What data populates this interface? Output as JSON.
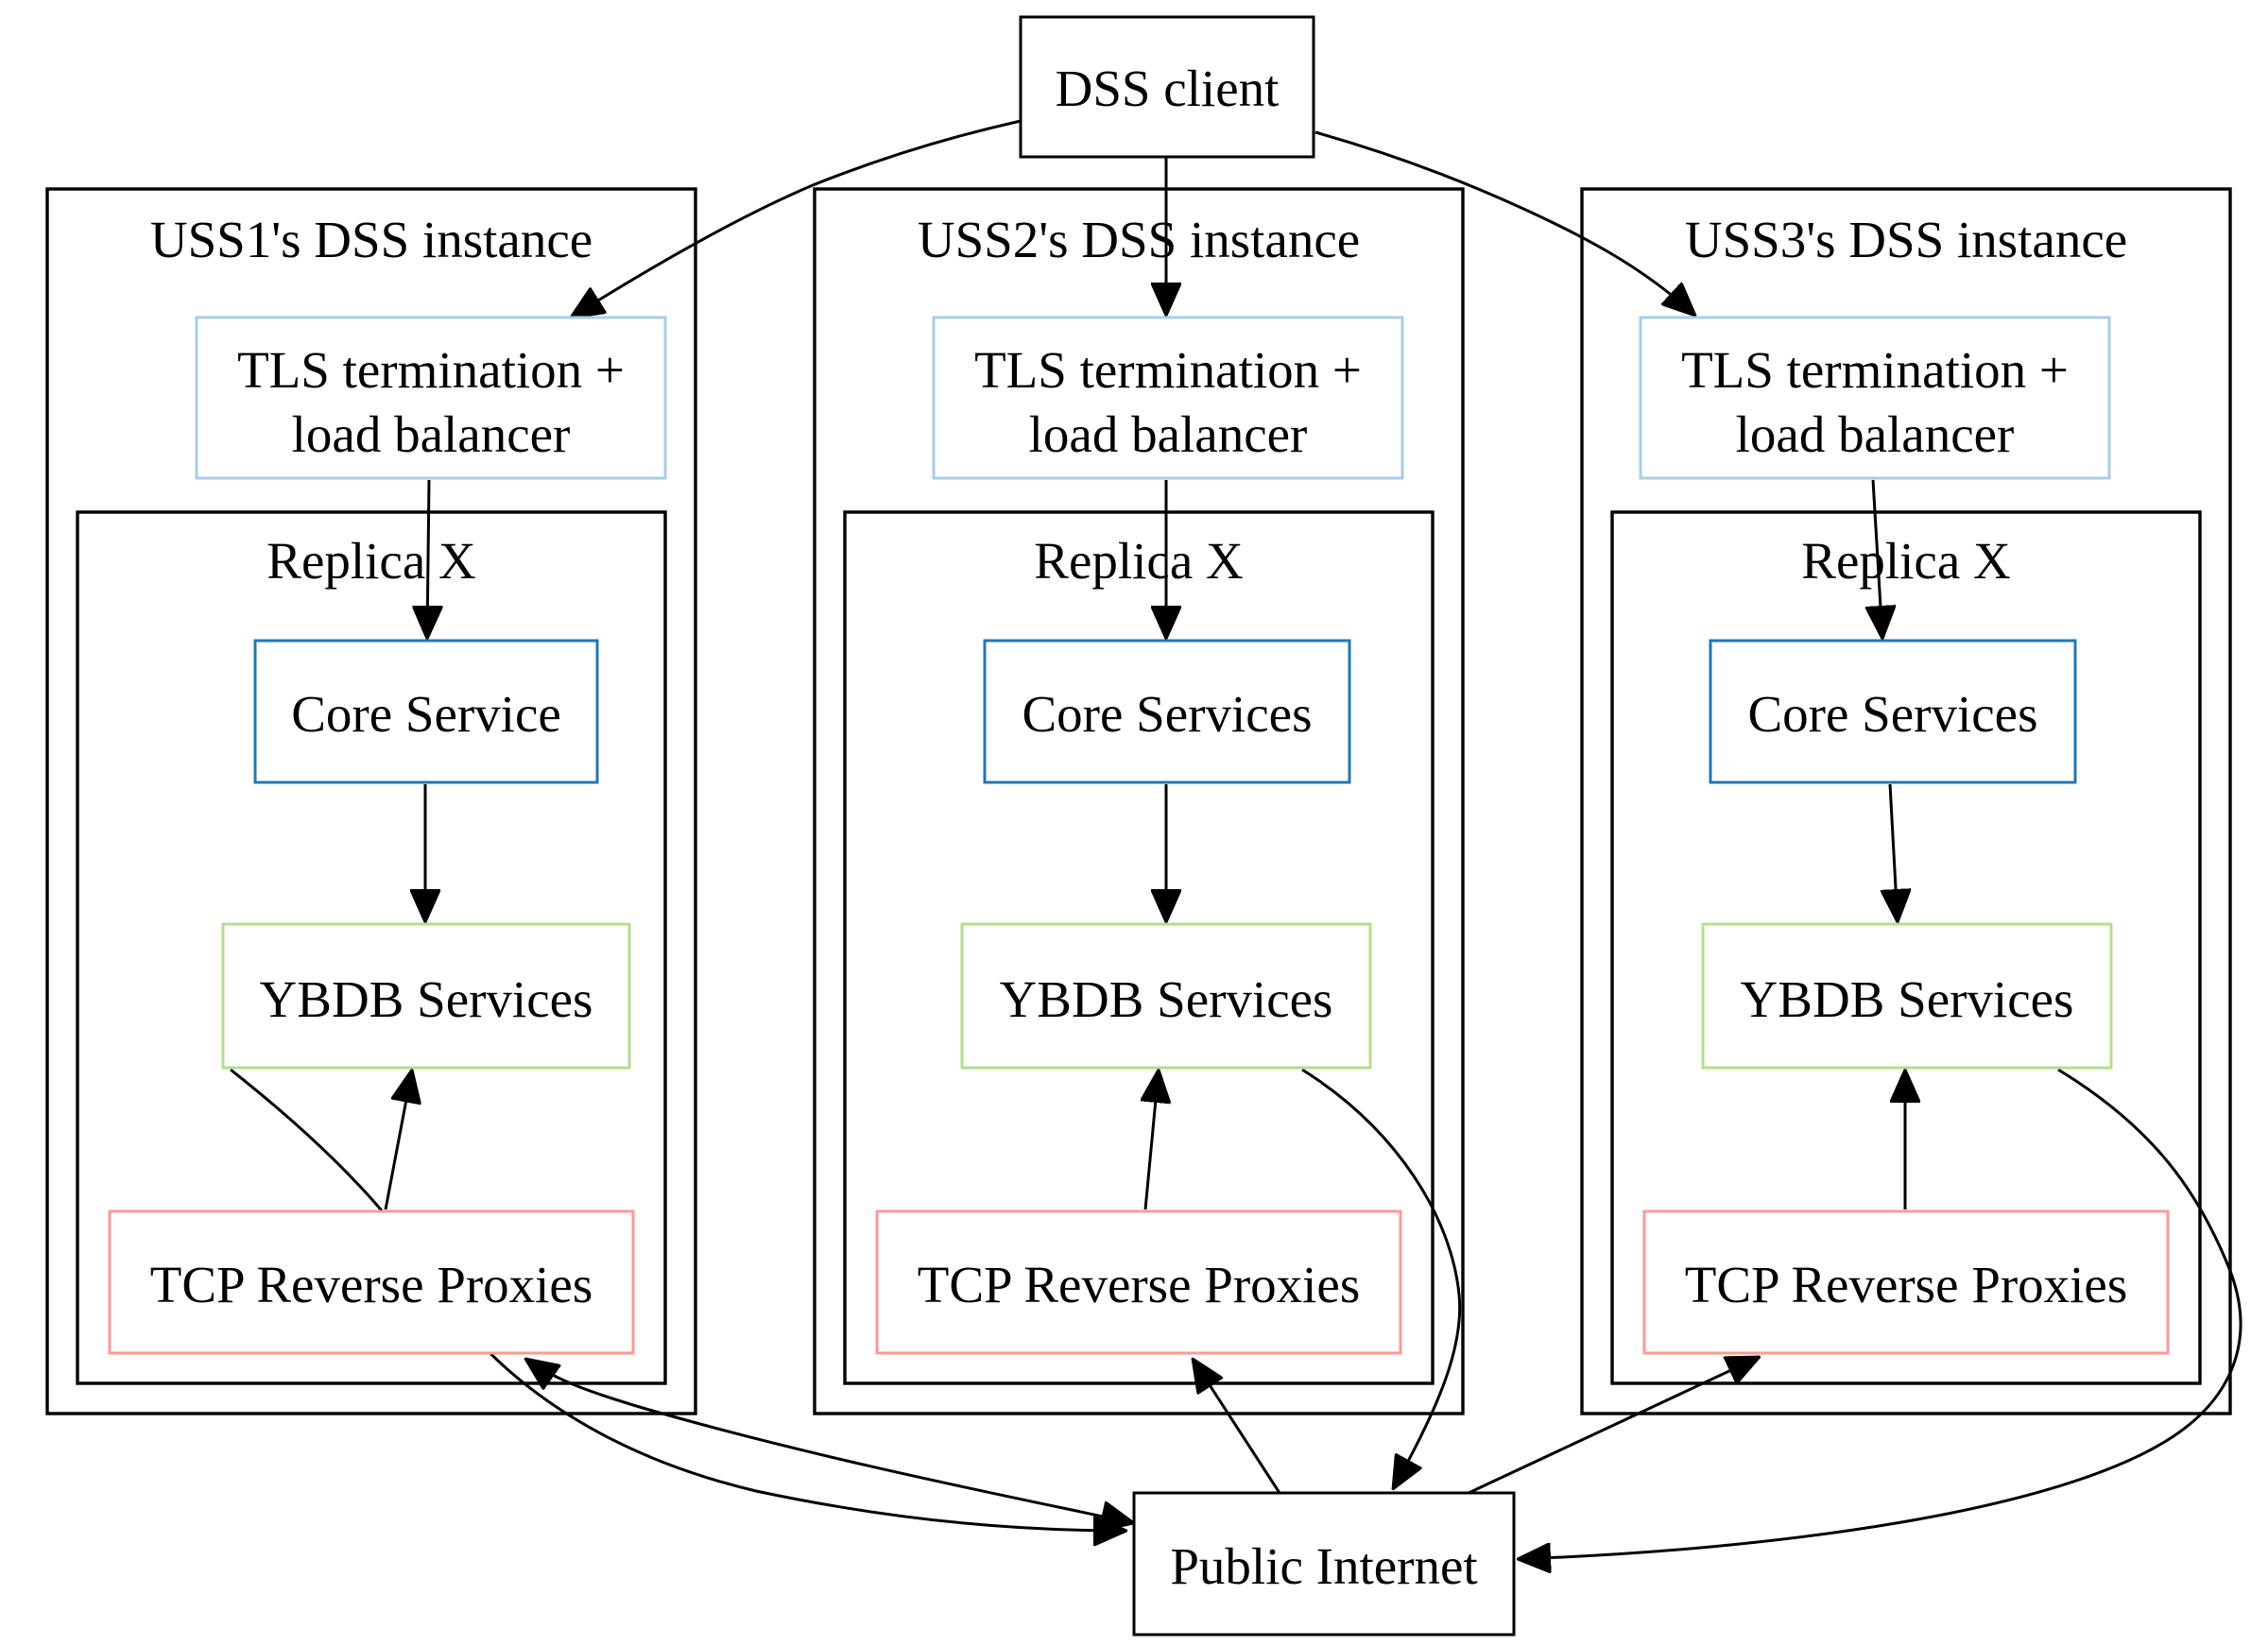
{
  "colors": {
    "edge": "#000000",
    "cluster_border": "#000000",
    "tls_border": "#a6cee3",
    "core_border": "#1f78b4",
    "ybdb_border": "#b2df8a",
    "proxy_border": "#fb9a99",
    "external_border": "#000000"
  },
  "nodes": {
    "dss_client": "DSS client",
    "public_internet": "Public Internet"
  },
  "instances": [
    {
      "title": "USS1's DSS instance",
      "tls_line1": "TLS termination +",
      "tls_line2": "load balancer",
      "replica_title": "Replica X",
      "core": "Core Service",
      "ybdb": "YBDB Services",
      "proxy": "TCP Reverse Proxies"
    },
    {
      "title": "USS2's DSS instance",
      "tls_line1": "TLS termination +",
      "tls_line2": "load balancer",
      "replica_title": "Replica X",
      "core": "Core Services",
      "ybdb": "YBDB Services",
      "proxy": "TCP Reverse Proxies"
    },
    {
      "title": "USS3's DSS instance",
      "tls_line1": "TLS termination +",
      "tls_line2": "load balancer",
      "replica_title": "Replica X",
      "core": "Core Services",
      "ybdb": "YBDB Services",
      "proxy": "TCP Reverse Proxies"
    }
  ],
  "edges": [
    {
      "from": "DSS client",
      "to": "USS1 TLS termination + load balancer"
    },
    {
      "from": "DSS client",
      "to": "USS2 TLS termination + load balancer"
    },
    {
      "from": "DSS client",
      "to": "USS3 TLS termination + load balancer"
    },
    {
      "from": "TLS termination + load balancer",
      "to": "Core Service"
    },
    {
      "from": "Core Service",
      "to": "YBDB Services"
    },
    {
      "from": "TCP Reverse Proxies",
      "to": "YBDB Services"
    },
    {
      "from": "YBDB Services",
      "to": "Public Internet"
    },
    {
      "from": "Public Internet",
      "to": "TCP Reverse Proxies",
      "bidirectional": true
    }
  ]
}
